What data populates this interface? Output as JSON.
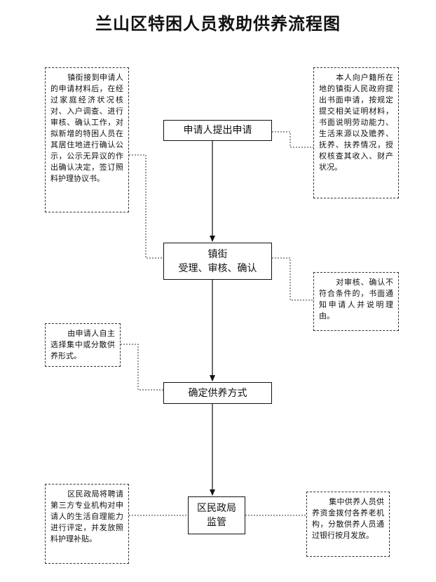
{
  "title": "兰山区特困人员救助供养流程图",
  "steps": [
    {
      "text": "申请人提出申请"
    },
    {
      "text": "镇街\n受理、审核、确认"
    },
    {
      "text": "确定供养方式"
    },
    {
      "text": "区民政局\n监管"
    }
  ],
  "notes": {
    "right1": "本人向户籍所在地的镇街人民政府提出书面申请，按规定提交相关证明材料，书面说明劳动能力、生活来源以及赡养、抚养、扶养情况，授权核查其收入、财产状况。",
    "left1": "镇街接到申请人的申请材料后，在经过家庭经济状况核对、入户调查、进行审核、确认工作，对拟新增的特困人员在其居住地进行确认公示，公示无异议的作出确认决定，签订照料护理协议书。",
    "right2": "对审核、确认不符合条件的，书面通知申请人并说明理由。",
    "left2": "由申请人自主选择集中或分散供养形式。",
    "left3": "区民政局将聘请第三方专业机构对申请人的生活自理能力进行评定，并发放照料护理补贴。",
    "right3": "集中供养人员供养资金拨付各养老机构，分散供养人员通过银行按月发放。"
  }
}
